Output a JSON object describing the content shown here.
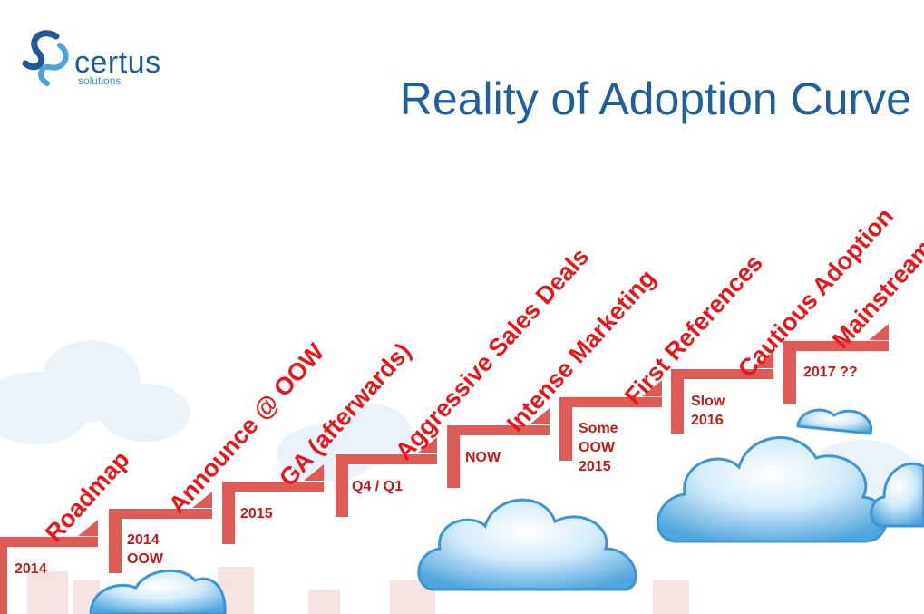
{
  "title": "Reality of Adoption Curve",
  "logo": {
    "name": "certus",
    "subtitle": "solutions"
  },
  "colors": {
    "title": "#1f5f9c",
    "stage_text": "#e8161a",
    "step": "#e05a56",
    "date_text": "#c31a1a",
    "logo": "#1f5a92"
  },
  "steps": [
    {
      "stage": "Roadmap",
      "date": "2014"
    },
    {
      "stage": "Announce @ OOW",
      "date": "2014\nOOW"
    },
    {
      "stage": "GA (afterwards)",
      "date": "2015"
    },
    {
      "stage": "Aggressive Sales Deals",
      "date": "Q4 / Q1"
    },
    {
      "stage": "Intense Marketing",
      "date": "NOW"
    },
    {
      "stage": "First References",
      "date": "Some\nOOW\n2015"
    },
    {
      "stage": "Cautious Adoption",
      "date": "Slow\n2016"
    },
    {
      "stage": "Mainstream",
      "date": "2017 ??"
    }
  ]
}
